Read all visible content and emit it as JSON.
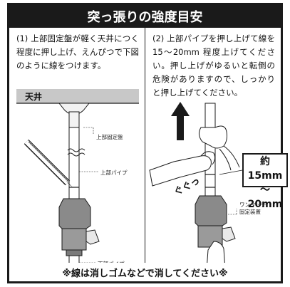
{
  "title": "突っ張りの強度目安",
  "left_panel": {
    "caption": "(1) 上部固定盤が軽く天井につく程度に押し上げ、えんぴつで下図のように線をつけます。",
    "ceiling_label": "天井",
    "labels": {
      "top_plate": "上部固定盤",
      "upper_pipe": "上部パイプ",
      "lower_pipe": "下部パイプ"
    }
  },
  "right_panel": {
    "caption": "(2) 上部パイプを押し上げて線を15～20mm 程度上げてください。押し上げがゆるいと転倒の危険がありますので、しっかりと押し上げてください。",
    "measure_line1": "約15mm",
    "measure_line2": "～20mm",
    "sound_effect": "ぐぐっ",
    "labels": {
      "fixing_device": "ワンタッチ\n固定装置"
    }
  },
  "footer": "※線は消しゴムなどで消してください※"
}
